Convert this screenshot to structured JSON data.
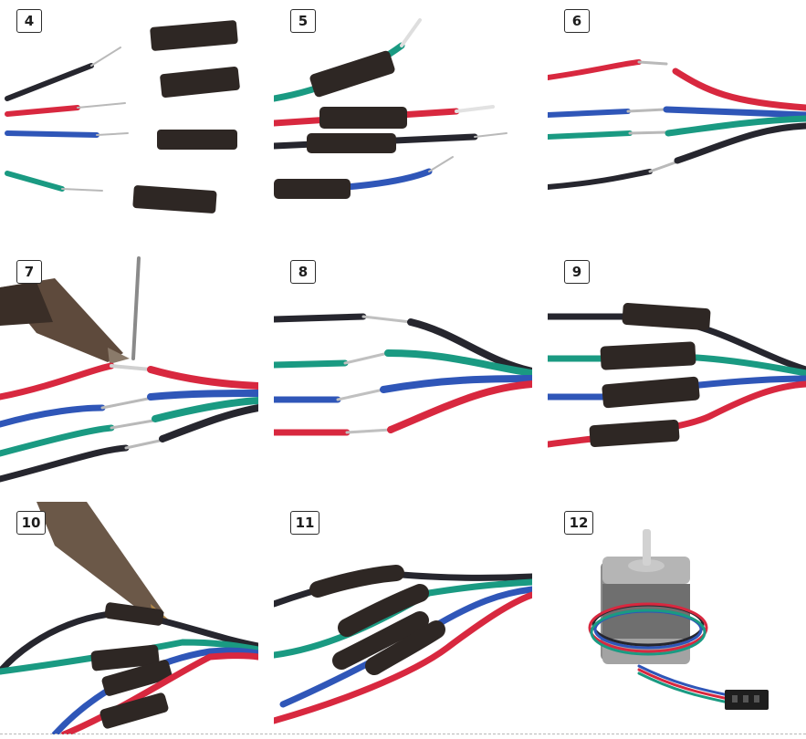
{
  "steps": [
    {
      "number": "4"
    },
    {
      "number": "5"
    },
    {
      "number": "6"
    },
    {
      "number": "7"
    },
    {
      "number": "8"
    },
    {
      "number": "9"
    },
    {
      "number": "10"
    },
    {
      "number": "11"
    },
    {
      "number": "12"
    }
  ],
  "colors": {
    "black_wire": "#26262e",
    "red_wire": "#d8283f",
    "blue_wire": "#2f56b8",
    "green_wire": "#1a9a82",
    "heat_shrink": "#2e2724",
    "bare_copper": "#b9b9b9",
    "motor_body": "#a9a9a9"
  },
  "icons": [
    "soldering-iron-icon",
    "solder-wire-icon",
    "stepper-motor-icon",
    "connector-plug-icon"
  ]
}
